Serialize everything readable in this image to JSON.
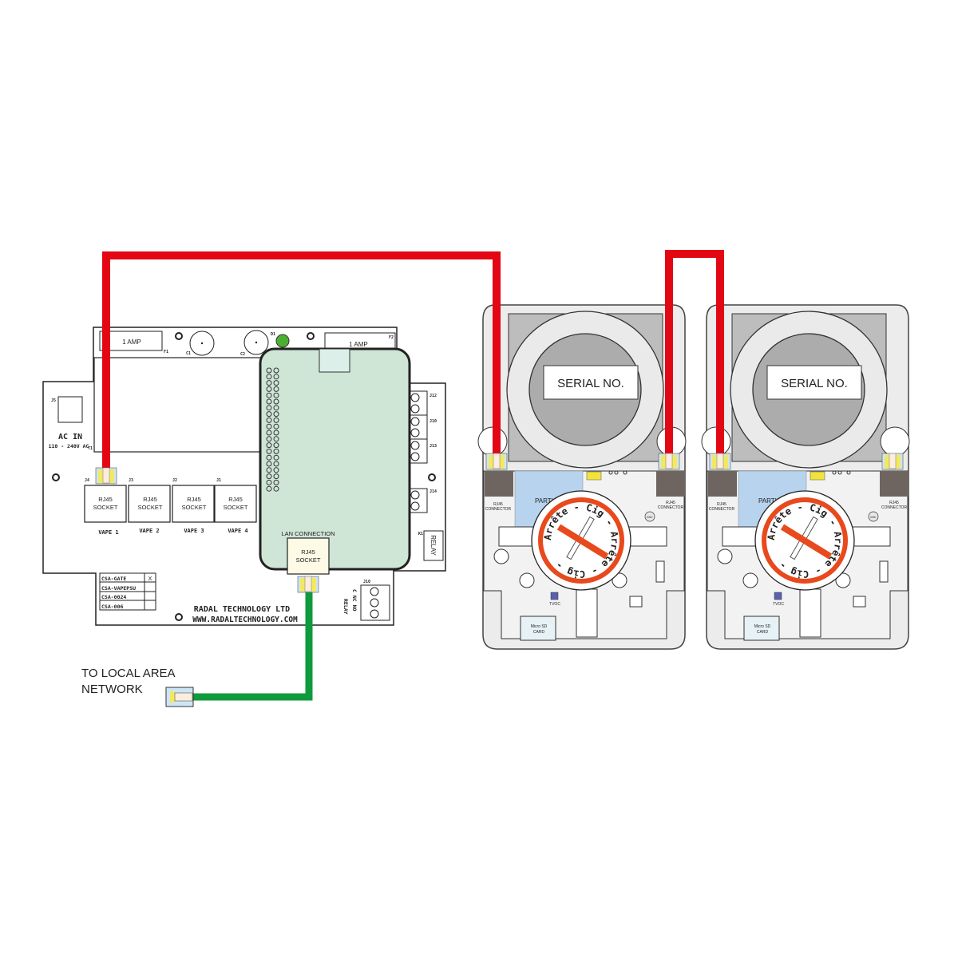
{
  "controller": {
    "fuse_labels": [
      "1 AMP",
      "1 AMP"
    ],
    "fuse_refs": [
      "F1",
      "F2"
    ],
    "cap_refs": [
      "C1",
      "C2"
    ],
    "led_ref": "D1",
    "ac_in": {
      "ref": "J5",
      "title": "AC IN",
      "voltage": "110 - 240V AC",
      "transformer_ref": "T1"
    },
    "sockets": [
      {
        "ref": "J4",
        "line1": "RJ45",
        "line2": "SOCKET",
        "name": "VAPE 1"
      },
      {
        "ref": "J3",
        "line1": "RJ45",
        "line2": "SOCKET",
        "name": "VAPE 2"
      },
      {
        "ref": "J2",
        "line1": "RJ45",
        "line2": "SOCKET",
        "name": "VAPE 3"
      },
      {
        "ref": "J1",
        "line1": "RJ45",
        "line2": "SOCKET",
        "name": "VAPE 4"
      }
    ],
    "terminal_refs": [
      "J12",
      "J10",
      "J13",
      "J14"
    ],
    "relay": {
      "ref": "K1",
      "label": "RELAY"
    },
    "relay_terminal": {
      "ref": "J10",
      "pins": "C  NC  NO",
      "label": "RELAY"
    },
    "lan": {
      "title": "LAN CONNECTION",
      "line1": "RJ45",
      "line2": "SOCKET"
    },
    "variant_table": [
      {
        "code": "CSA-GATE",
        "mark": "X"
      },
      {
        "code": "CSA-VAPEPSU",
        "mark": ""
      },
      {
        "code": "CSA-0024",
        "mark": ""
      },
      {
        "code": "CSA-006",
        "mark": ""
      }
    ],
    "company": "RADAL TECHNOLOGY LTD",
    "website": "WWW.RADALTECHNOLOGY.COM"
  },
  "network": {
    "line1": "TO LOCAL AREA",
    "line2": "NETWORK"
  },
  "device": {
    "serial_label": "SERIAL NO.",
    "connector_line1": "RJ45",
    "connector_line2": "CONNECTOR",
    "sensor_label": "PARTICLE SENSOR",
    "mic_label": "MIC",
    "tvoc_label": "TVOC",
    "sd_line1": "Micro SD",
    "sd_line2": "CARD",
    "logo_text": "Arrête - Cig - Arrête - Cig -"
  },
  "colors": {
    "data_cable": "#e30613",
    "lan_cable": "#0f9a3c",
    "module": "#cfe5d6",
    "logo_ring": "#e8491d",
    "sensor": "#b7d3ee"
  }
}
